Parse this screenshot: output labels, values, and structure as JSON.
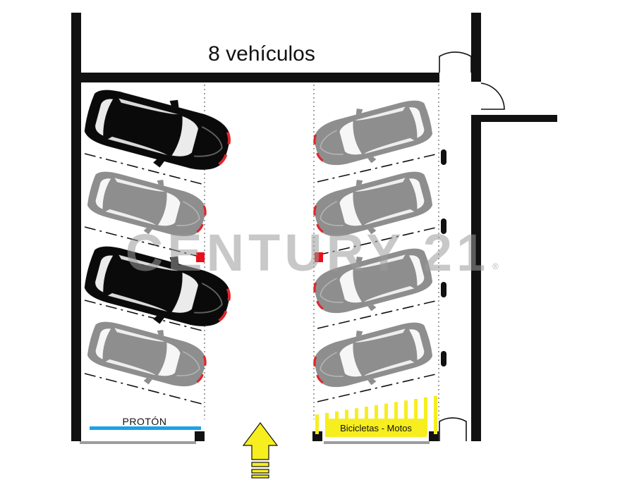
{
  "title": "8 vehículos",
  "labels": {
    "left_spot": "PROTÓN",
    "right_spot": "Bicicletas - Motos"
  },
  "watermark": {
    "text": "CENTURY 21",
    "mark": "®"
  },
  "colors": {
    "wall": "#111111",
    "car_highlight": "#0a0a0a",
    "car_regular": "#8e8e8e",
    "brake_light": "#e0262b",
    "left_bar": "#1aa3e8",
    "bike_zone": "#f7ee1f",
    "arrow": "#f7ee1f",
    "marker": "#e8101c"
  },
  "cars": [
    {
      "side": "left",
      "slot": 1,
      "highlighted": true
    },
    {
      "side": "left",
      "slot": 2,
      "highlighted": false
    },
    {
      "side": "left",
      "slot": 3,
      "highlighted": true
    },
    {
      "side": "left",
      "slot": 4,
      "highlighted": false
    },
    {
      "side": "right",
      "slot": 1,
      "highlighted": false
    },
    {
      "side": "right",
      "slot": 2,
      "highlighted": false
    },
    {
      "side": "right",
      "slot": 3,
      "highlighted": false
    },
    {
      "side": "right",
      "slot": 4,
      "highlighted": false
    }
  ],
  "icons": {
    "entry": "up-arrow-icon",
    "door": "door-swing-icon",
    "marker": "red-marker-icon"
  }
}
